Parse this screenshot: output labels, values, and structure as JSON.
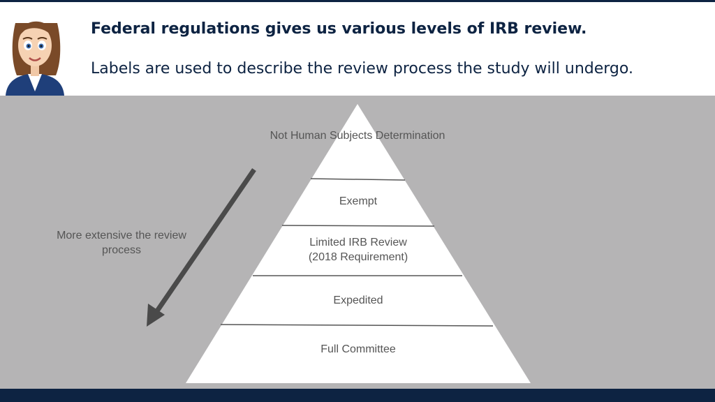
{
  "header": {
    "title": "Federal regulations gives us various levels of IRB review.",
    "subtitle": "Labels are used to describe the review process the study will undergo."
  },
  "diagram": {
    "levels": [
      {
        "label": "Not Human Subjects Determination"
      },
      {
        "label": "Exempt"
      },
      {
        "label": "Limited IRB Review",
        "label2": "(2018 Requirement)"
      },
      {
        "label": "Expedited"
      },
      {
        "label": "Full Committee"
      }
    ],
    "arrow_caption_line1": "More extensive the review",
    "arrow_caption_line2": "process"
  },
  "colors": {
    "navy": "#0d2342",
    "stage_bg": "#b5b4b5",
    "pyramid_fill": "#ffffff",
    "arrow": "#4a4a4a"
  },
  "icons": {
    "avatar": "cartoon-woman-avatar-icon",
    "arrow": "down-left-arrow-icon"
  }
}
